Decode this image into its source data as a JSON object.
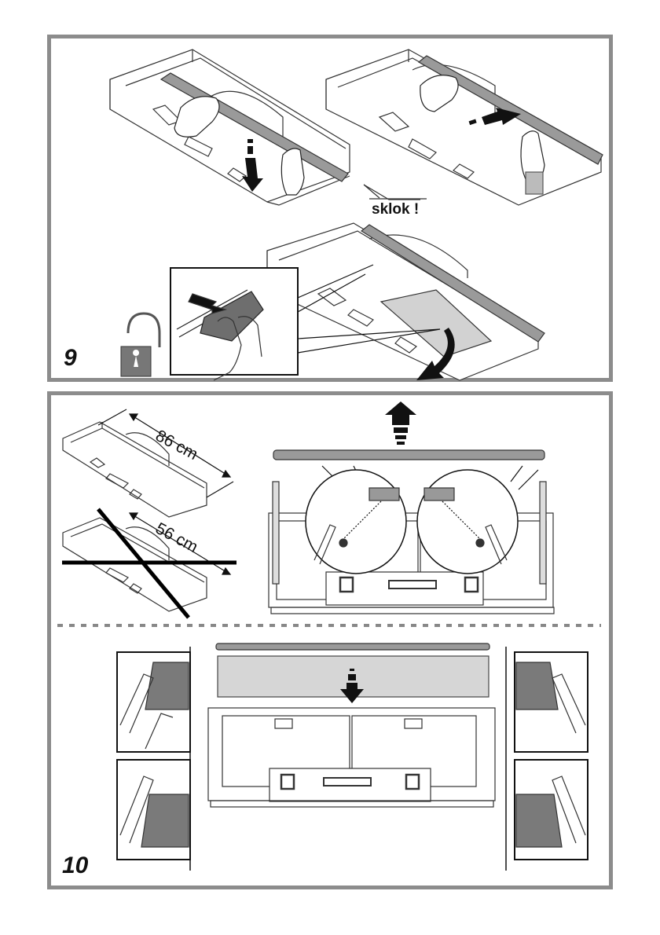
{
  "steps": [
    {
      "number": "9",
      "callout": "sklok !",
      "icons": [
        "hand-push-down-icon",
        "hand-slide-right-icon",
        "unlock-icon"
      ],
      "accent": "#777777"
    },
    {
      "number": "10",
      "dimensions": {
        "correct": "86 cm",
        "incorrect": "56 cm"
      },
      "icons": [
        "arrow-up-icon",
        "arrow-down-icon",
        "cross-out-icon"
      ]
    }
  ],
  "colors": {
    "border": "#8c8c8c",
    "glass": "#d6d6d6",
    "panel_dark": "#7a7a7a",
    "ink": "#111111"
  }
}
